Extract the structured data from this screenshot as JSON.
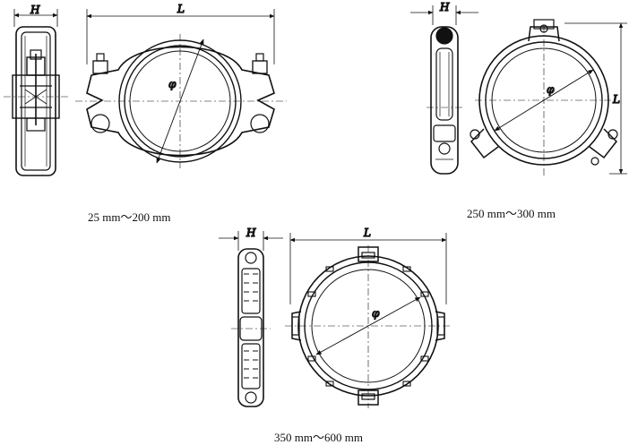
{
  "figures": [
    {
      "caption": "25 mm～200 mm",
      "labels": {
        "width": "H",
        "length": "L",
        "diameter": "φ"
      }
    },
    {
      "caption": "250 mm～300 mm",
      "labels": {
        "width": "H",
        "length": "L",
        "diameter": "φ"
      }
    },
    {
      "caption": "350 mm～600 mm",
      "labels": {
        "width": "H",
        "length": "L",
        "diameter": "φ"
      }
    }
  ],
  "colors": {
    "ink": "#111111",
    "background": "#ffffff"
  }
}
